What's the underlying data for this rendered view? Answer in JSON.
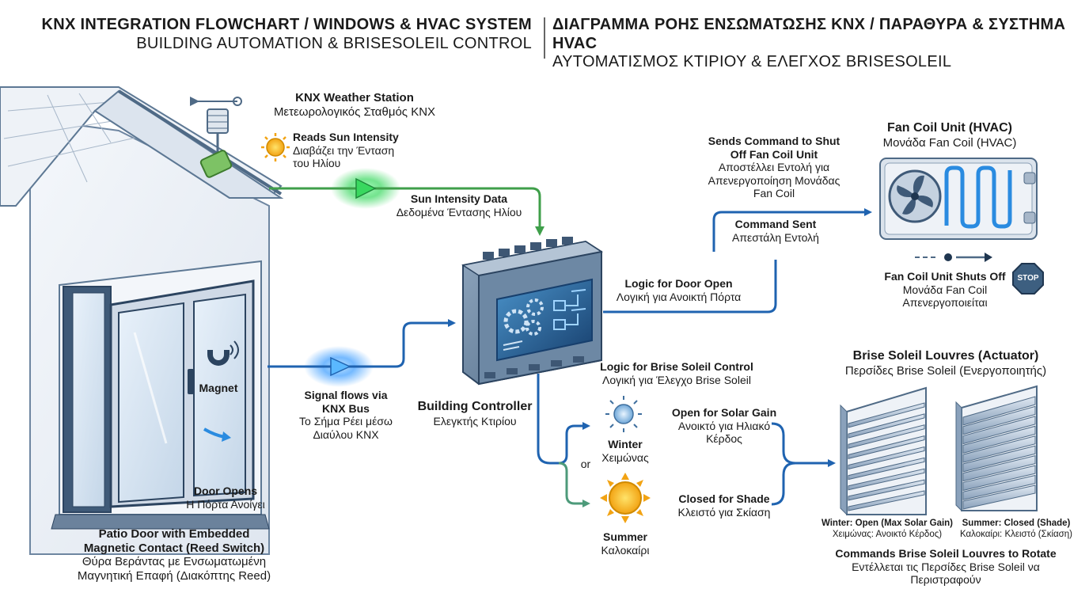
{
  "header": {
    "title_en": "KNX INTEGRATION FLOWCHART / WINDOWS & HVAC SYSTEM",
    "subtitle_en": "BUILDING AUTOMATION & BRISESOLEIL CONTROL",
    "title_gr": "ΔΙΑΓΡΑΜΜΑ ΡΟΗΣ ΕΝΣΩΜΑΤΩΣΗΣ KNX / ΠΑΡΑΘΥΡΑ & ΣΥΣΤΗΜΑ HVAC",
    "subtitle_gr": "ΑΥΤΟΜΑΤΙΣΜΟΣ ΚΤΙΡΙΟΥ & ΕΛΕΓΧΟΣ BRISESOLEIL"
  },
  "weather_station": {
    "title_en": "KNX Weather Station",
    "title_gr": "Μετεωρολογικός Σταθμός KNX",
    "reads_en": "Reads Sun Intensity",
    "reads_gr_1": "Διαβάζει την Ένταση",
    "reads_gr_2": "του Ηλίου"
  },
  "sun_data": {
    "en": "Sun Intensity Data",
    "gr": "Δεδομένα Έντασης Ηλίου"
  },
  "door": {
    "magnet": "Magnet",
    "opens_en": "Door Opens",
    "opens_gr": "Η Πόρτα Ανοίγει",
    "title_en_1": "Patio Door with Embedded",
    "title_en_2": "Magnetic Contact (Reed Switch)",
    "title_gr_1": "Θύρα Βεράντας με Ενσωματωμένη",
    "title_gr_2": "Μαγνητική Επαφή (Διακόπτης Reed)"
  },
  "signal": {
    "en_1": "Signal flows via",
    "en_2": "KNX Bus",
    "gr_1": "Το Σήμα Ρέει μέσω",
    "gr_2": "Διαύλου KNX"
  },
  "controller": {
    "en": "Building Controller",
    "gr": "Ελεγκτής Κτιρίου"
  },
  "logic_door": {
    "en": "Logic for Door Open",
    "gr": "Λογική για Ανοικτή Πόρτα"
  },
  "command_sent": {
    "en": "Command Sent",
    "gr": "Απεστάλη Εντολή"
  },
  "sends_command": {
    "en_1": "Sends Command to Shut",
    "en_2": "Off Fan Coil Unit",
    "gr_1": "Αποστέλλει Εντολή για",
    "gr_2": "Απενεργοποίηση Μονάδας",
    "gr_3": "Fan Coil"
  },
  "fan_coil": {
    "title_en": "Fan Coil Unit (HVAC)",
    "title_gr": "Μονάδα Fan Coil (HVAC)",
    "shuts_en": "Fan Coil Unit Shuts Off",
    "shuts_gr_1": "Μονάδα Fan Coil",
    "shuts_gr_2": "Απενεργοποιείται",
    "stop": "STOP"
  },
  "logic_brise": {
    "en": "Logic for Brise Soleil Control",
    "gr": "Λογική για Έλεγχο Brise Soleil"
  },
  "winter": {
    "en": "Winter",
    "gr": "Χειμώνας"
  },
  "or": "or",
  "summer": {
    "en": "Summer",
    "gr": "Καλοκαίρι"
  },
  "open_solar": {
    "en": "Open for Solar Gain",
    "gr_1": "Ανοικτό για Ηλιακό",
    "gr_2": "Κέρδος"
  },
  "closed_shade": {
    "en": "Closed for Shade",
    "gr": "Κλειστό για Σκίαση"
  },
  "louvres": {
    "title_en": "Brise Soleil Louvres (Actuator)",
    "title_gr": "Περσίδες Brise Soleil (Ενεργοποιητής)",
    "winter_en": "Winter: Open (Max Solar Gain)",
    "winter_gr": "Χειμώνας: Ανοικτό Κέρδος)",
    "summer_en": "Summer: Closed (Shade)",
    "summer_gr": "Καλοκαίρι: Κλειστό (Σκίαση)",
    "commands_en": "Commands Brise Soleil Louvres to Rotate",
    "commands_gr_1": "Εντέλλεται τις Περσίδες Brise Soleil να",
    "commands_gr_2": "Περιστραφούν"
  },
  "colors": {
    "flow_blue": "#1f63b0",
    "sun_green": "#3f9f4a",
    "glow_green": "#39ff6a",
    "glow_blue": "#3aa0ff",
    "controller_body": "#5c7893",
    "stop_red": "#3d5f80"
  }
}
